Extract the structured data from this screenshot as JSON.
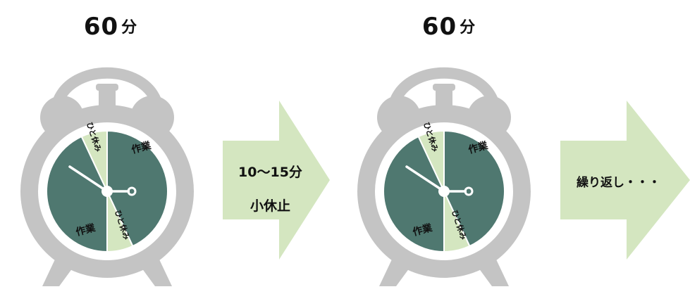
{
  "clocks": [
    {
      "duration_value": "60",
      "duration_unit": "分",
      "work_label": "作業",
      "break_label": "ひと休み"
    },
    {
      "duration_value": "60",
      "duration_unit": "分",
      "work_label": "作業",
      "break_label": "ひと休み"
    }
  ],
  "arrows": [
    {
      "line1": "10～15分",
      "line2": "小休止"
    },
    {
      "label": "繰り返し・・・"
    }
  ],
  "colors": {
    "clock_body": "#c4c4c4",
    "clock_face": "#ffffff",
    "work_segment": "#4f7870",
    "break_segment": "#d4e6c0",
    "arrow_fill": "#d4e6c0",
    "hands": "#ffffff"
  }
}
